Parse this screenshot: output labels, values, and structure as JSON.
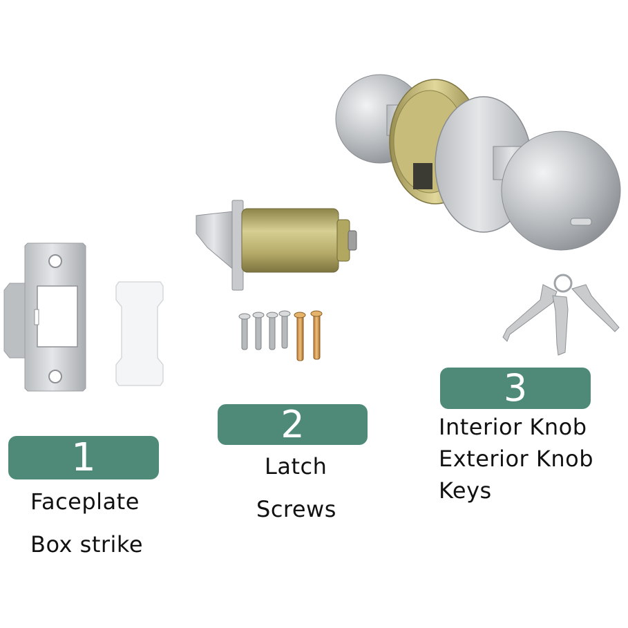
{
  "colors": {
    "badge": "#4f8a78",
    "text": "#111111",
    "steel": "#c9cbcd",
    "brass": "#b8a766"
  },
  "items": [
    {
      "number": "1",
      "lines": [
        "Faceplate",
        "Box strike"
      ]
    },
    {
      "number": "2",
      "lines": [
        "Latch",
        "Screws"
      ]
    },
    {
      "number": "3",
      "lines": [
        "Interior Knob",
        "Exterior Knob",
        "Keys"
      ]
    }
  ]
}
